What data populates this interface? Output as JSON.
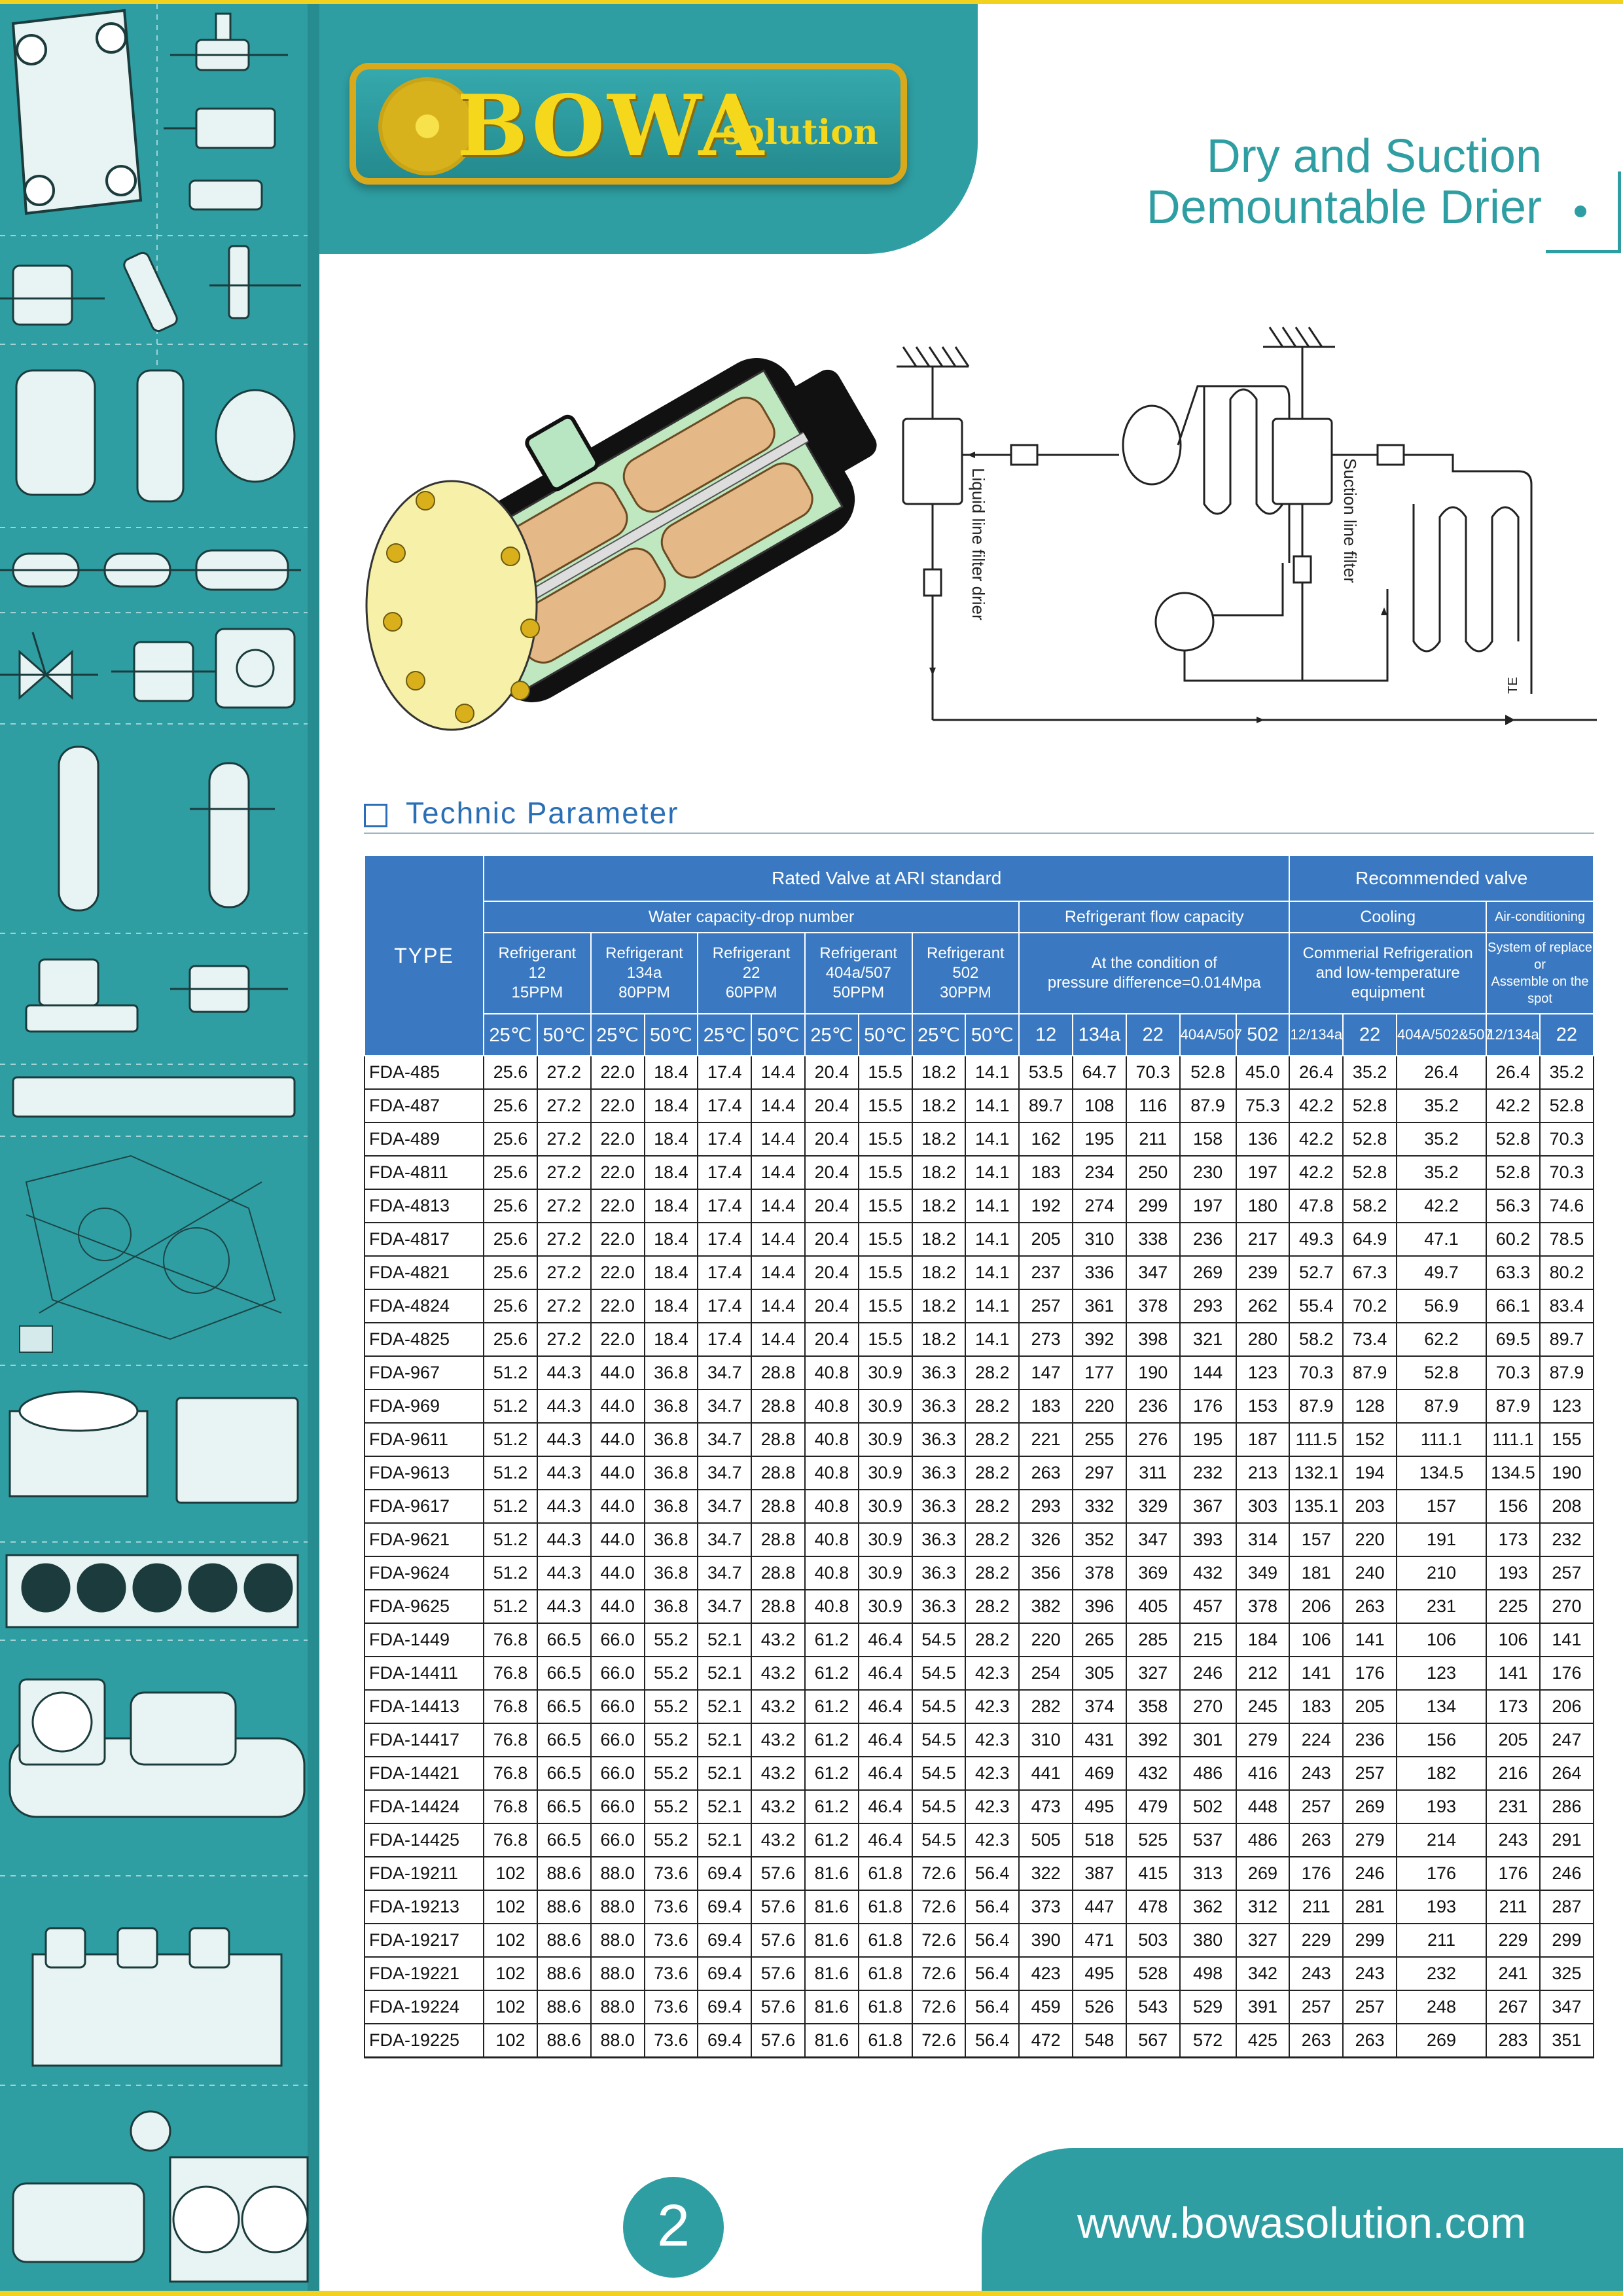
{
  "brand": {
    "name": "BOWA",
    "suffix": "solution"
  },
  "title": {
    "line1": "Dry and Suction",
    "line2": "Demountable Drier"
  },
  "diagram": {
    "liquid_label": "Liquid line filter drier",
    "suction_label": "Suction line filter",
    "te_label": "TE"
  },
  "section": {
    "title": "Technic  Parameter"
  },
  "table": {
    "type_header": "TYPE",
    "group_rated": "Rated Valve at ARI standard",
    "group_recommended": "Recommended valve",
    "sub_water": "Water capacity-drop number",
    "sub_flow": "Refrigerant flow capacity",
    "sub_cooling": "Cooling",
    "sub_air": "Air-conditioning",
    "refrigerants": [
      {
        "l1": "Refrigerant",
        "l2": "12",
        "l3": "15PPM"
      },
      {
        "l1": "Refrigerant",
        "l2": "134a",
        "l3": "80PPM"
      },
      {
        "l1": "Refrigerant",
        "l2": "22",
        "l3": "60PPM"
      },
      {
        "l1": "Refrigerant",
        "l2": "404a/507",
        "l3": "50PPM"
      },
      {
        "l1": "Refrigerant",
        "l2": "502",
        "l3": "30PPM"
      }
    ],
    "flow_condition": {
      "l1": "At the condition of",
      "l2": "pressure difference=0.014Mpa"
    },
    "cooling_desc": {
      "l1": "Commerial Refrigeration",
      "l2": "and low-temperature",
      "l3": "equipment"
    },
    "air_desc": {
      "l1": "System of replace or",
      "l2": "Assemble on the spot"
    },
    "temps": [
      "25℃",
      "50℃",
      "25℃",
      "50℃",
      "25℃",
      "50℃",
      "25℃",
      "50℃",
      "25℃",
      "50℃"
    ],
    "flow_cols": [
      "12",
      "134a",
      "22",
      "404A/507",
      "502"
    ],
    "rec_cols": [
      "12/134a",
      "22",
      "404A/502&507",
      "12/134a",
      "22"
    ],
    "rows": [
      [
        "FDA-485",
        "25.6",
        "27.2",
        "22.0",
        "18.4",
        "17.4",
        "14.4",
        "20.4",
        "15.5",
        "18.2",
        "14.1",
        "53.5",
        "64.7",
        "70.3",
        "52.8",
        "45.0",
        "26.4",
        "35.2",
        "26.4",
        "26.4",
        "35.2"
      ],
      [
        "FDA-487",
        "25.6",
        "27.2",
        "22.0",
        "18.4",
        "17.4",
        "14.4",
        "20.4",
        "15.5",
        "18.2",
        "14.1",
        "89.7",
        "108",
        "116",
        "87.9",
        "75.3",
        "42.2",
        "52.8",
        "35.2",
        "42.2",
        "52.8"
      ],
      [
        "FDA-489",
        "25.6",
        "27.2",
        "22.0",
        "18.4",
        "17.4",
        "14.4",
        "20.4",
        "15.5",
        "18.2",
        "14.1",
        "162",
        "195",
        "211",
        "158",
        "136",
        "42.2",
        "52.8",
        "35.2",
        "52.8",
        "70.3"
      ],
      [
        "FDA-4811",
        "25.6",
        "27.2",
        "22.0",
        "18.4",
        "17.4",
        "14.4",
        "20.4",
        "15.5",
        "18.2",
        "14.1",
        "183",
        "234",
        "250",
        "230",
        "197",
        "42.2",
        "52.8",
        "35.2",
        "52.8",
        "70.3"
      ],
      [
        "FDA-4813",
        "25.6",
        "27.2",
        "22.0",
        "18.4",
        "17.4",
        "14.4",
        "20.4",
        "15.5",
        "18.2",
        "14.1",
        "192",
        "274",
        "299",
        "197",
        "180",
        "47.8",
        "58.2",
        "42.2",
        "56.3",
        "74.6"
      ],
      [
        "FDA-4817",
        "25.6",
        "27.2",
        "22.0",
        "18.4",
        "17.4",
        "14.4",
        "20.4",
        "15.5",
        "18.2",
        "14.1",
        "205",
        "310",
        "338",
        "236",
        "217",
        "49.3",
        "64.9",
        "47.1",
        "60.2",
        "78.5"
      ],
      [
        "FDA-4821",
        "25.6",
        "27.2",
        "22.0",
        "18.4",
        "17.4",
        "14.4",
        "20.4",
        "15.5",
        "18.2",
        "14.1",
        "237",
        "336",
        "347",
        "269",
        "239",
        "52.7",
        "67.3",
        "49.7",
        "63.3",
        "80.2"
      ],
      [
        "FDA-4824",
        "25.6",
        "27.2",
        "22.0",
        "18.4",
        "17.4",
        "14.4",
        "20.4",
        "15.5",
        "18.2",
        "14.1",
        "257",
        "361",
        "378",
        "293",
        "262",
        "55.4",
        "70.2",
        "56.9",
        "66.1",
        "83.4"
      ],
      [
        "FDA-4825",
        "25.6",
        "27.2",
        "22.0",
        "18.4",
        "17.4",
        "14.4",
        "20.4",
        "15.5",
        "18.2",
        "14.1",
        "273",
        "392",
        "398",
        "321",
        "280",
        "58.2",
        "73.4",
        "62.2",
        "69.5",
        "89.7"
      ],
      [
        "FDA-967",
        "51.2",
        "44.3",
        "44.0",
        "36.8",
        "34.7",
        "28.8",
        "40.8",
        "30.9",
        "36.3",
        "28.2",
        "147",
        "177",
        "190",
        "144",
        "123",
        "70.3",
        "87.9",
        "52.8",
        "70.3",
        "87.9"
      ],
      [
        "FDA-969",
        "51.2",
        "44.3",
        "44.0",
        "36.8",
        "34.7",
        "28.8",
        "40.8",
        "30.9",
        "36.3",
        "28.2",
        "183",
        "220",
        "236",
        "176",
        "153",
        "87.9",
        "128",
        "87.9",
        "87.9",
        "123"
      ],
      [
        "FDA-9611",
        "51.2",
        "44.3",
        "44.0",
        "36.8",
        "34.7",
        "28.8",
        "40.8",
        "30.9",
        "36.3",
        "28.2",
        "221",
        "255",
        "276",
        "195",
        "187",
        "111.5",
        "152",
        "111.1",
        "111.1",
        "155"
      ],
      [
        "FDA-9613",
        "51.2",
        "44.3",
        "44.0",
        "36.8",
        "34.7",
        "28.8",
        "40.8",
        "30.9",
        "36.3",
        "28.2",
        "263",
        "297",
        "311",
        "232",
        "213",
        "132.1",
        "194",
        "134.5",
        "134.5",
        "190"
      ],
      [
        "FDA-9617",
        "51.2",
        "44.3",
        "44.0",
        "36.8",
        "34.7",
        "28.8",
        "40.8",
        "30.9",
        "36.3",
        "28.2",
        "293",
        "332",
        "329",
        "367",
        "303",
        "135.1",
        "203",
        "157",
        "156",
        "208"
      ],
      [
        "FDA-9621",
        "51.2",
        "44.3",
        "44.0",
        "36.8",
        "34.7",
        "28.8",
        "40.8",
        "30.9",
        "36.3",
        "28.2",
        "326",
        "352",
        "347",
        "393",
        "314",
        "157",
        "220",
        "191",
        "173",
        "232"
      ],
      [
        "FDA-9624",
        "51.2",
        "44.3",
        "44.0",
        "36.8",
        "34.7",
        "28.8",
        "40.8",
        "30.9",
        "36.3",
        "28.2",
        "356",
        "378",
        "369",
        "432",
        "349",
        "181",
        "240",
        "210",
        "193",
        "257"
      ],
      [
        "FDA-9625",
        "51.2",
        "44.3",
        "44.0",
        "36.8",
        "34.7",
        "28.8",
        "40.8",
        "30.9",
        "36.3",
        "28.2",
        "382",
        "396",
        "405",
        "457",
        "378",
        "206",
        "263",
        "231",
        "225",
        "270"
      ],
      [
        "FDA-1449",
        "76.8",
        "66.5",
        "66.0",
        "55.2",
        "52.1",
        "43.2",
        "61.2",
        "46.4",
        "54.5",
        "28.2",
        "220",
        "265",
        "285",
        "215",
        "184",
        "106",
        "141",
        "106",
        "106",
        "141"
      ],
      [
        "FDA-14411",
        "76.8",
        "66.5",
        "66.0",
        "55.2",
        "52.1",
        "43.2",
        "61.2",
        "46.4",
        "54.5",
        "42.3",
        "254",
        "305",
        "327",
        "246",
        "212",
        "141",
        "176",
        "123",
        "141",
        "176"
      ],
      [
        "FDA-14413",
        "76.8",
        "66.5",
        "66.0",
        "55.2",
        "52.1",
        "43.2",
        "61.2",
        "46.4",
        "54.5",
        "42.3",
        "282",
        "374",
        "358",
        "270",
        "245",
        "183",
        "205",
        "134",
        "173",
        "206"
      ],
      [
        "FDA-14417",
        "76.8",
        "66.5",
        "66.0",
        "55.2",
        "52.1",
        "43.2",
        "61.2",
        "46.4",
        "54.5",
        "42.3",
        "310",
        "431",
        "392",
        "301",
        "279",
        "224",
        "236",
        "156",
        "205",
        "247"
      ],
      [
        "FDA-14421",
        "76.8",
        "66.5",
        "66.0",
        "55.2",
        "52.1",
        "43.2",
        "61.2",
        "46.4",
        "54.5",
        "42.3",
        "441",
        "469",
        "432",
        "486",
        "416",
        "243",
        "257",
        "182",
        "216",
        "264"
      ],
      [
        "FDA-14424",
        "76.8",
        "66.5",
        "66.0",
        "55.2",
        "52.1",
        "43.2",
        "61.2",
        "46.4",
        "54.5",
        "42.3",
        "473",
        "495",
        "479",
        "502",
        "448",
        "257",
        "269",
        "193",
        "231",
        "286"
      ],
      [
        "FDA-14425",
        "76.8",
        "66.5",
        "66.0",
        "55.2",
        "52.1",
        "43.2",
        "61.2",
        "46.4",
        "54.5",
        "42.3",
        "505",
        "518",
        "525",
        "537",
        "486",
        "263",
        "279",
        "214",
        "243",
        "291"
      ],
      [
        "FDA-19211",
        "102",
        "88.6",
        "88.0",
        "73.6",
        "69.4",
        "57.6",
        "81.6",
        "61.8",
        "72.6",
        "56.4",
        "322",
        "387",
        "415",
        "313",
        "269",
        "176",
        "246",
        "176",
        "176",
        "246"
      ],
      [
        "FDA-19213",
        "102",
        "88.6",
        "88.0",
        "73.6",
        "69.4",
        "57.6",
        "81.6",
        "61.8",
        "72.6",
        "56.4",
        "373",
        "447",
        "478",
        "362",
        "312",
        "211",
        "281",
        "193",
        "211",
        "287"
      ],
      [
        "FDA-19217",
        "102",
        "88.6",
        "88.0",
        "73.6",
        "69.4",
        "57.6",
        "81.6",
        "61.8",
        "72.6",
        "56.4",
        "390",
        "471",
        "503",
        "380",
        "327",
        "229",
        "299",
        "211",
        "229",
        "299"
      ],
      [
        "FDA-19221",
        "102",
        "88.6",
        "88.0",
        "73.6",
        "69.4",
        "57.6",
        "81.6",
        "61.8",
        "72.6",
        "56.4",
        "423",
        "495",
        "528",
        "498",
        "342",
        "243",
        "243",
        "232",
        "241",
        "325"
      ],
      [
        "FDA-19224",
        "102",
        "88.6",
        "88.0",
        "73.6",
        "69.4",
        "57.6",
        "81.6",
        "61.8",
        "72.6",
        "56.4",
        "459",
        "526",
        "543",
        "529",
        "391",
        "257",
        "257",
        "248",
        "267",
        "347"
      ],
      [
        "FDA-19225",
        "102",
        "88.6",
        "88.0",
        "73.6",
        "69.4",
        "57.6",
        "81.6",
        "61.8",
        "72.6",
        "56.4",
        "472",
        "548",
        "567",
        "572",
        "425",
        "263",
        "263",
        "269",
        "283",
        "351"
      ]
    ]
  },
  "footer": {
    "page_number": "2",
    "url": "www.bowasolution.com"
  },
  "colors": {
    "teal": "#2e9ea2",
    "table_header": "#3a79c2",
    "gold": "#f5d81c"
  }
}
